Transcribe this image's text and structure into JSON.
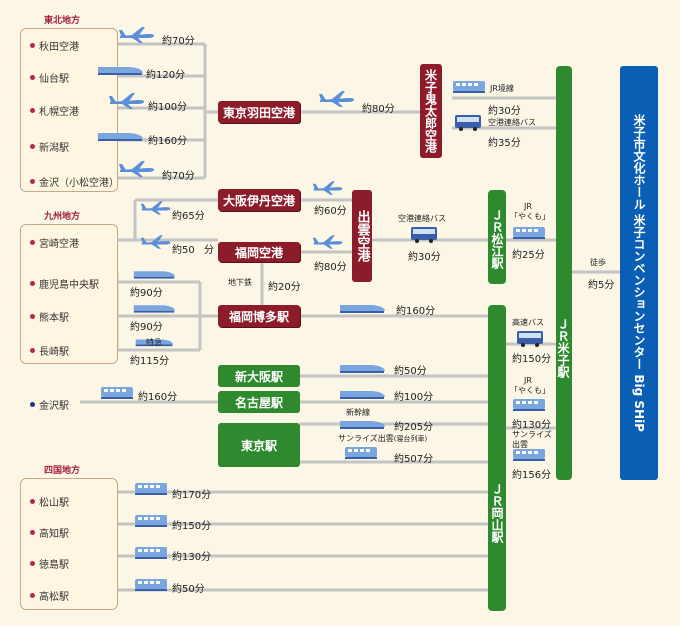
{
  "regions": {
    "tohoku": "東北地方",
    "kyushu": "九州地方",
    "shikoku": "四国地方"
  },
  "origins": {
    "akita": "秋田空港",
    "sendai": "仙台駅",
    "sapporo": "札幌空港",
    "niigata": "新潟駅",
    "kanazawa_komatsu": "金沢（小松空港）",
    "miyazaki": "宮崎空港",
    "kagoshima": "鹿児島中央駅",
    "kumamoto": "熊本駅",
    "nagasaki": "長崎駅",
    "kanazawa": "金沢駅",
    "matsuyama": "松山駅",
    "kochi": "高知駅",
    "tokushima": "徳島駅",
    "takamatsu": "高松駅"
  },
  "hubs": {
    "haneda": "東京羽田空港",
    "itami": "大阪伊丹空港",
    "fukuoka_airport": "福岡空港",
    "hakata": "福岡博多駅",
    "shin_osaka": "新大阪駅",
    "nagoya": "名古屋駅",
    "tokyo": "東京駅",
    "yonago_airport": "米子鬼太郎空港",
    "izumo_airport": "出雲空港",
    "matsue": "ＪＲ松江駅",
    "okayama": "ＪＲ岡山駅",
    "yonago": "ＪＲ米子駅",
    "destination": "米子市文化ホール 米子コンベンションセンター Big SHiP"
  },
  "times": {
    "akita": "約70分",
    "sendai": "約120分",
    "sapporo": "約100分",
    "niigata": "約160分",
    "kanazawa_komatsu": "約70分",
    "haneda_yonago": "約80分",
    "jr_sakai_line": "約30分",
    "airport_bus_yonago": "約35分",
    "itami_izumo": "約60分",
    "miyazaki": "約65分",
    "fukuoka_izumo": "約80分",
    "izumo_matsue": "約30分",
    "matsue_yonago": "約25分",
    "subway": "約20分",
    "walk": "約5分",
    "kagoshima": "約90分",
    "kumamoto": "約90分",
    "nagasaki": "約115分",
    "hakata_okayama": "約160分",
    "highway_bus": "約150分",
    "shin_osaka": "約50分",
    "nagoya": "約100分",
    "yakumo": "約130分",
    "tokyo_shinkansen": "約205分",
    "sunrise_izumo": "約507分",
    "sunrise_okayama": "約156分",
    "kanazawa_rail": "約160分",
    "matsuyama": "約170分",
    "kochi": "約150分",
    "tokushima": "約130分",
    "takamatsu": "約50分",
    "miyazaki_fukuoka_a": "約50",
    "miyazaki_fukuoka_b": "分"
  },
  "notes": {
    "jr_sakai": "JR境線",
    "airport_bus": "空港連絡バス",
    "airport_bus2": "空港連絡バス",
    "jr1": "JR",
    "yakumo1": "「やくも」",
    "jr2": "JR",
    "yakumo2": "「やくも」",
    "subway": "地下鉄",
    "limited_express": "特急",
    "highway_bus": "高速バス",
    "shinkansen": "新幹線",
    "sunrise_full": "サンライズ出雲",
    "sunrise_sleeper": "(寝台列車)",
    "sunrise_a": "サンライズ",
    "sunrise_b": "出雲",
    "walk": "徒歩"
  },
  "colors": {
    "line": "#bfbfbf",
    "airport_hub": "#8c1c2a",
    "station_hub": "#2f8a2f",
    "destination": "#0a5fb5",
    "plane": "#5b8ed8",
    "train": "#7aa6e0",
    "bus": "#3a5fa8"
  },
  "icons": [
    "plane-icon",
    "shinkansen-icon",
    "local-train-icon",
    "bus-icon"
  ]
}
